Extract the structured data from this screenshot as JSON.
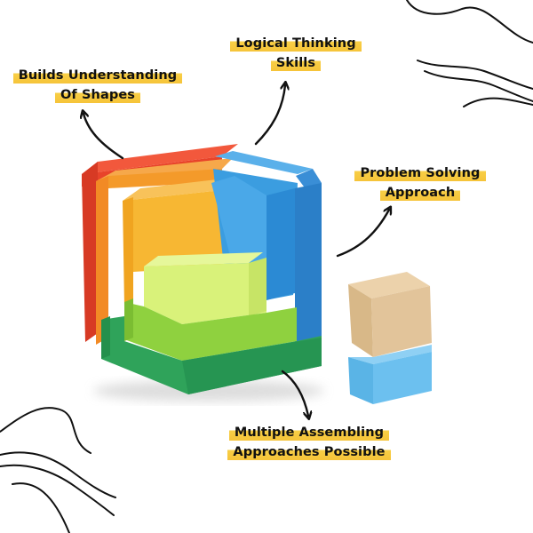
{
  "labels": {
    "shapes": {
      "line1": "Builds Understanding",
      "line2": "Of Shapes"
    },
    "logic": {
      "line1": "Logical Thinking",
      "line2": "Skills"
    },
    "problem": {
      "line1": "Problem Solving",
      "line2": "Approach"
    },
    "assembly": {
      "line1": "Multiple Assembling",
      "line2": "Approaches Possible"
    }
  },
  "colors": {
    "highlight": "#f7c940",
    "red": "#e8432a",
    "orange": "#f49a2a",
    "yellow_orange": "#f7b733",
    "blue": "#3b9de0",
    "dark_blue": "#2b7fc8",
    "light_green": "#d9f27a",
    "green": "#8fd13f",
    "dark_green": "#2fa35a",
    "wood": "#e2c49a",
    "light_blue": "#6cc0ef"
  },
  "icons": [
    "curved-arrow-icon",
    "scribble-decoration"
  ]
}
